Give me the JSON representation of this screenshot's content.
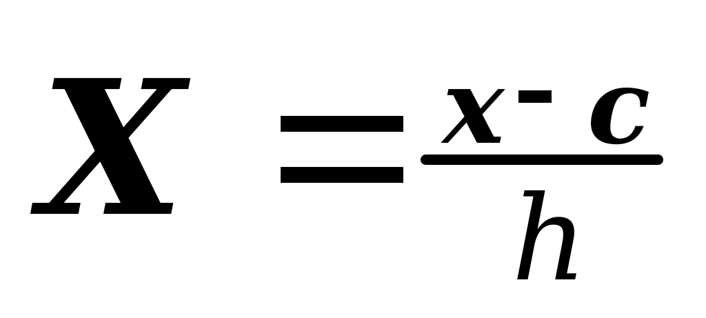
{
  "equation": {
    "lhs": "X",
    "numerator": {
      "left": "x",
      "right": "c"
    },
    "denominator": "h"
  },
  "colors": {
    "ink": "#000000",
    "background": "#ffffff"
  }
}
